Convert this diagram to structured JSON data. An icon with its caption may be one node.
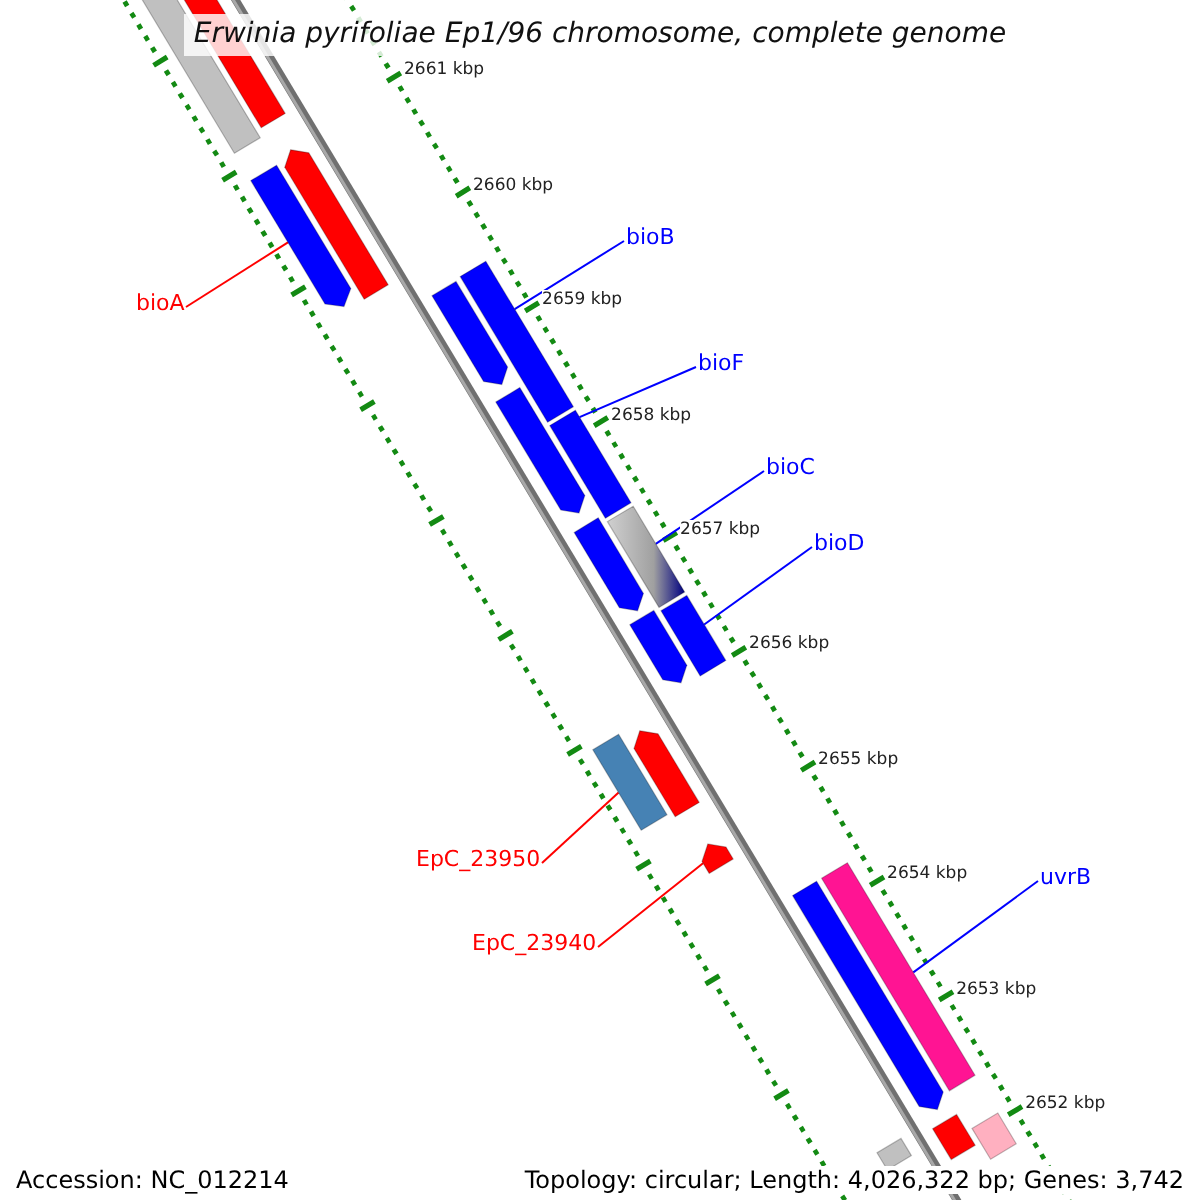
{
  "diagram": {
    "title": "Erwinia pyrifoliae Ep1/96 chromosome, complete genome",
    "nodes": [
      {
        "text": [
          "bioB"
        ]
      },
      {
        "text": [],
        "shape": "bar"
      },
      {
        "text": [
          "bioA"
        ]
      },
      {
        "text": [],
        "shape": "bar"
      },
      {
        "text": [
          "bioF"
        ]
      },
      {
        "text": [],
        "shape": "bar"
      },
      {
        "text": [
          "bioC"
        ]
      },
      {
        "text": [],
        "shape": "bar"
      },
      {
        "text": [
          "bioD"
        ]
      },
      {
        "text": [],
        "shape": "bar"
      },
      {
        "text": [
          "EpC_23950"
        ]
      },
      {
        "text": [],
        "shape": "bar"
      },
      {
        "text": [
          "uvrB"
        ]
      },
      {
        "text": [],
        "shape": "bar"
      },
      {
        "text": [
          "EpC_23940"
        ]
      },
      {
        "text": [],
        "shape": "bar"
      },
      {
        "text": [],
        "shape": "bar"
      },
      {
        "text": [],
        "shape": "bar"
      },
      {
        "text": [],
        "shape": "bar"
      },
      {
        "text": [],
        "shape": "bar"
      },
      {
        "text": [],
        "shape": "bar"
      },
      {
        "text": [],
        "shape": "bar"
      },
      {
        "text": [],
        "shape": "bar"
      },
      {
        "text": [],
        "shape": "bar"
      },
      {
        "text": [],
        "shape": "bar"
      },
      {
        "text": [],
        "shape": "bar"
      },
      {
        "text": [],
        "shape": "bar"
      },
      {
        "text": [],
        "shape": "bar"
      }
    ],
    "edges": [
      {
        "from": 0,
        "to": 1,
        "arrow": "none"
      },
      {
        "from": 2,
        "to": 3,
        "arrow": "none",
        "color": "#ff0000"
      },
      {
        "from": 4,
        "to": 5,
        "arrow": "none"
      },
      {
        "from": 6,
        "to": 7,
        "arrow": "none"
      },
      {
        "from": 8,
        "to": 9,
        "arrow": "none"
      },
      {
        "from": 10,
        "to": 11,
        "arrow": "none",
        "color": "#ff0000"
      },
      {
        "from": 12,
        "to": 13,
        "arrow": "none"
      },
      {
        "from": 14,
        "to": 15,
        "arrow": "none",
        "color": "#ff0000"
      }
    ],
    "labels": [
      "2661 kbp",
      "2660 kbp",
      "2659 kbp",
      "2658 kbp",
      "2657 kbp",
      "2656 kbp",
      "2655 kbp",
      "2654 kbp",
      "2653 kbp",
      "2652 kbp",
      "Accession: NC_012214",
      "Topology: circular; Length: 4,026,322 bp; Genes: 3,742"
    ]
  }
}
